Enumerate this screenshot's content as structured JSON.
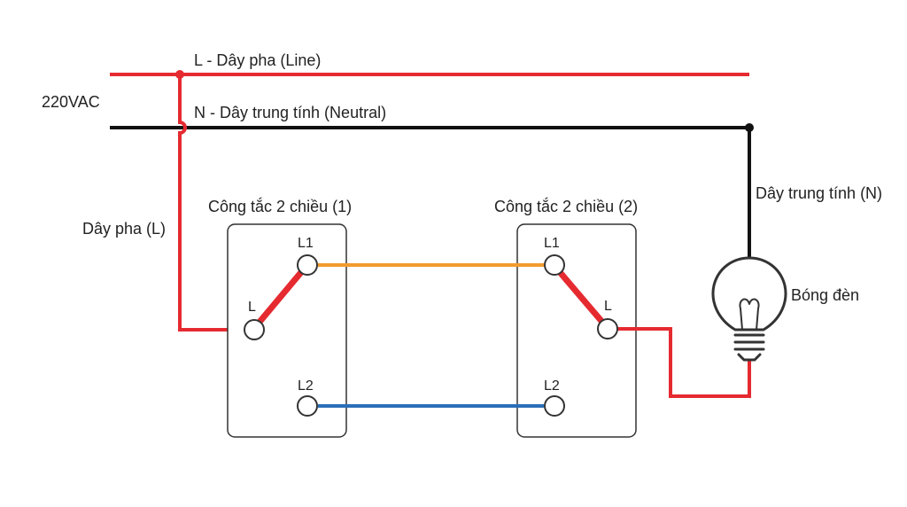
{
  "supply": {
    "voltage": "220VAC",
    "line_label": "L - Dây pha (Line)",
    "neutral_label": "N - Dây trung tính (Neutral)"
  },
  "wires": {
    "phase_drop_label": "Dây pha (L)",
    "neutral_drop_label": "Dây trung tính (N)"
  },
  "switches": [
    {
      "title": "Công tắc 2 chiều (1)",
      "terminals": {
        "l1": "L1",
        "l": "L",
        "l2": "L2"
      }
    },
    {
      "title": "Công tắc 2 chiều (2)",
      "terminals": {
        "l1": "L1",
        "l": "L",
        "l2": "L2"
      }
    }
  ],
  "lamp": {
    "label": "Bóng đèn",
    "icon": "light-bulb-icon"
  },
  "colors": {
    "line": "#e52a30",
    "neutral": "#111111",
    "traveler_l1": "#f29a2e",
    "traveler_l2": "#2a6fb8",
    "switch_lever": "#e52a30"
  }
}
